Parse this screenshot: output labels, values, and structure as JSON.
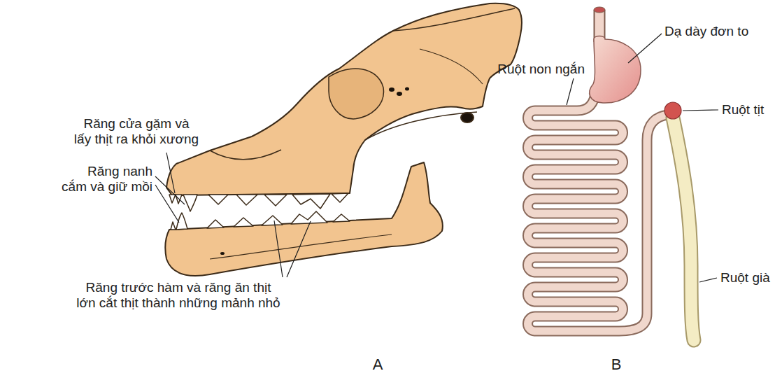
{
  "diagram": {
    "labels": [
      "Răng cửa gặm và lấy thịt ra khỏi xương",
      "Răng nanh cắm và giữ mồi",
      "Răng trước hàm và răng ăn thịt lớn cắt thịt thành những mảnh nhỏ",
      "Dạ dày đơn to",
      "Ruột non ngắn",
      "Ruột tịt",
      "Ruột già",
      "A",
      "B"
    ]
  }
}
